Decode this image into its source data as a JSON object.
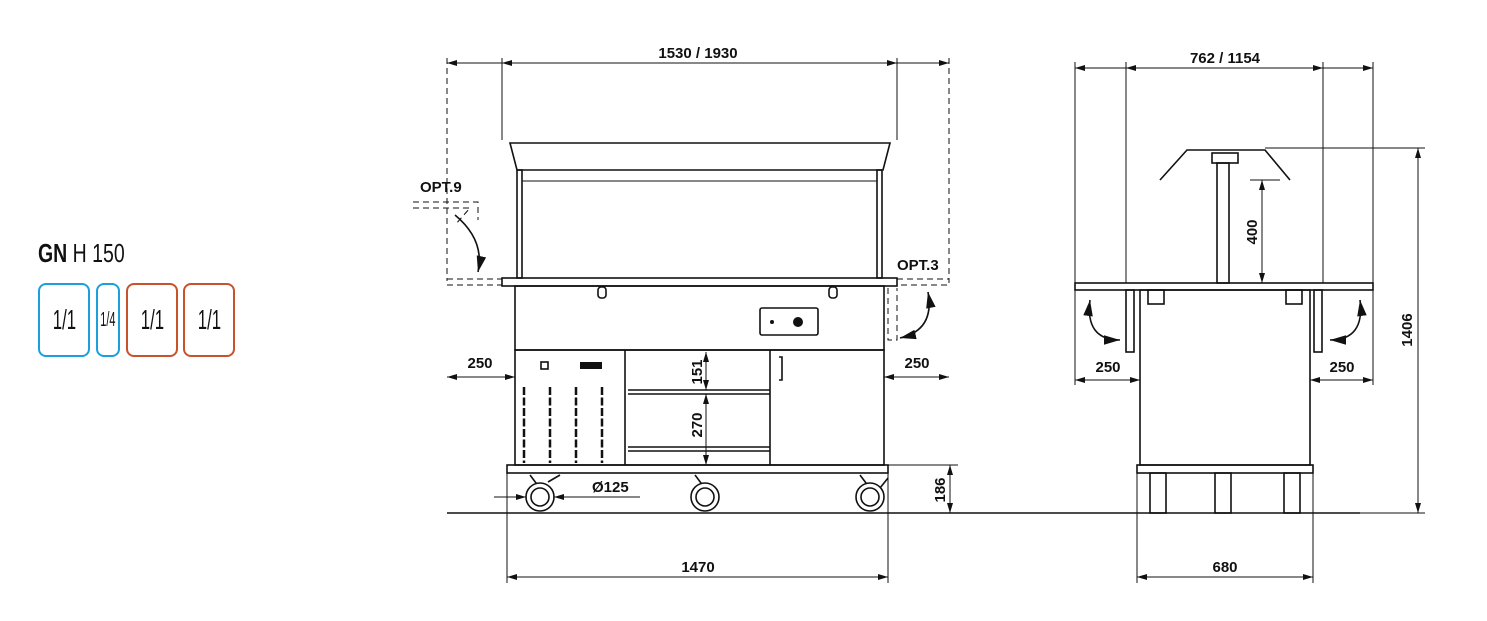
{
  "gn_label": {
    "bold": "GN",
    "rest": "H 150"
  },
  "pans": [
    {
      "label": "1/1",
      "color": "#1aa0dc"
    },
    {
      "label": "1/4",
      "color": "#1aa0dc"
    },
    {
      "label": "1/1",
      "color": "#c8522a"
    },
    {
      "label": "1/1",
      "color": "#c8522a"
    }
  ],
  "front_view": {
    "width_top": "1530 / 1930",
    "opt_left": "OPT.9",
    "opt_right": "OPT.3",
    "left_ext": "250",
    "right_ext": "250",
    "shelf_upper": "151",
    "shelf_lower": "270",
    "wheel_diameter": "Ø125",
    "base_height": "186",
    "width_bottom": "1470"
  },
  "side_view": {
    "width_top": "762 / 1154",
    "guard_height": "400",
    "total_height": "1406",
    "left_ext": "250",
    "right_ext": "250",
    "width_bottom": "680"
  }
}
